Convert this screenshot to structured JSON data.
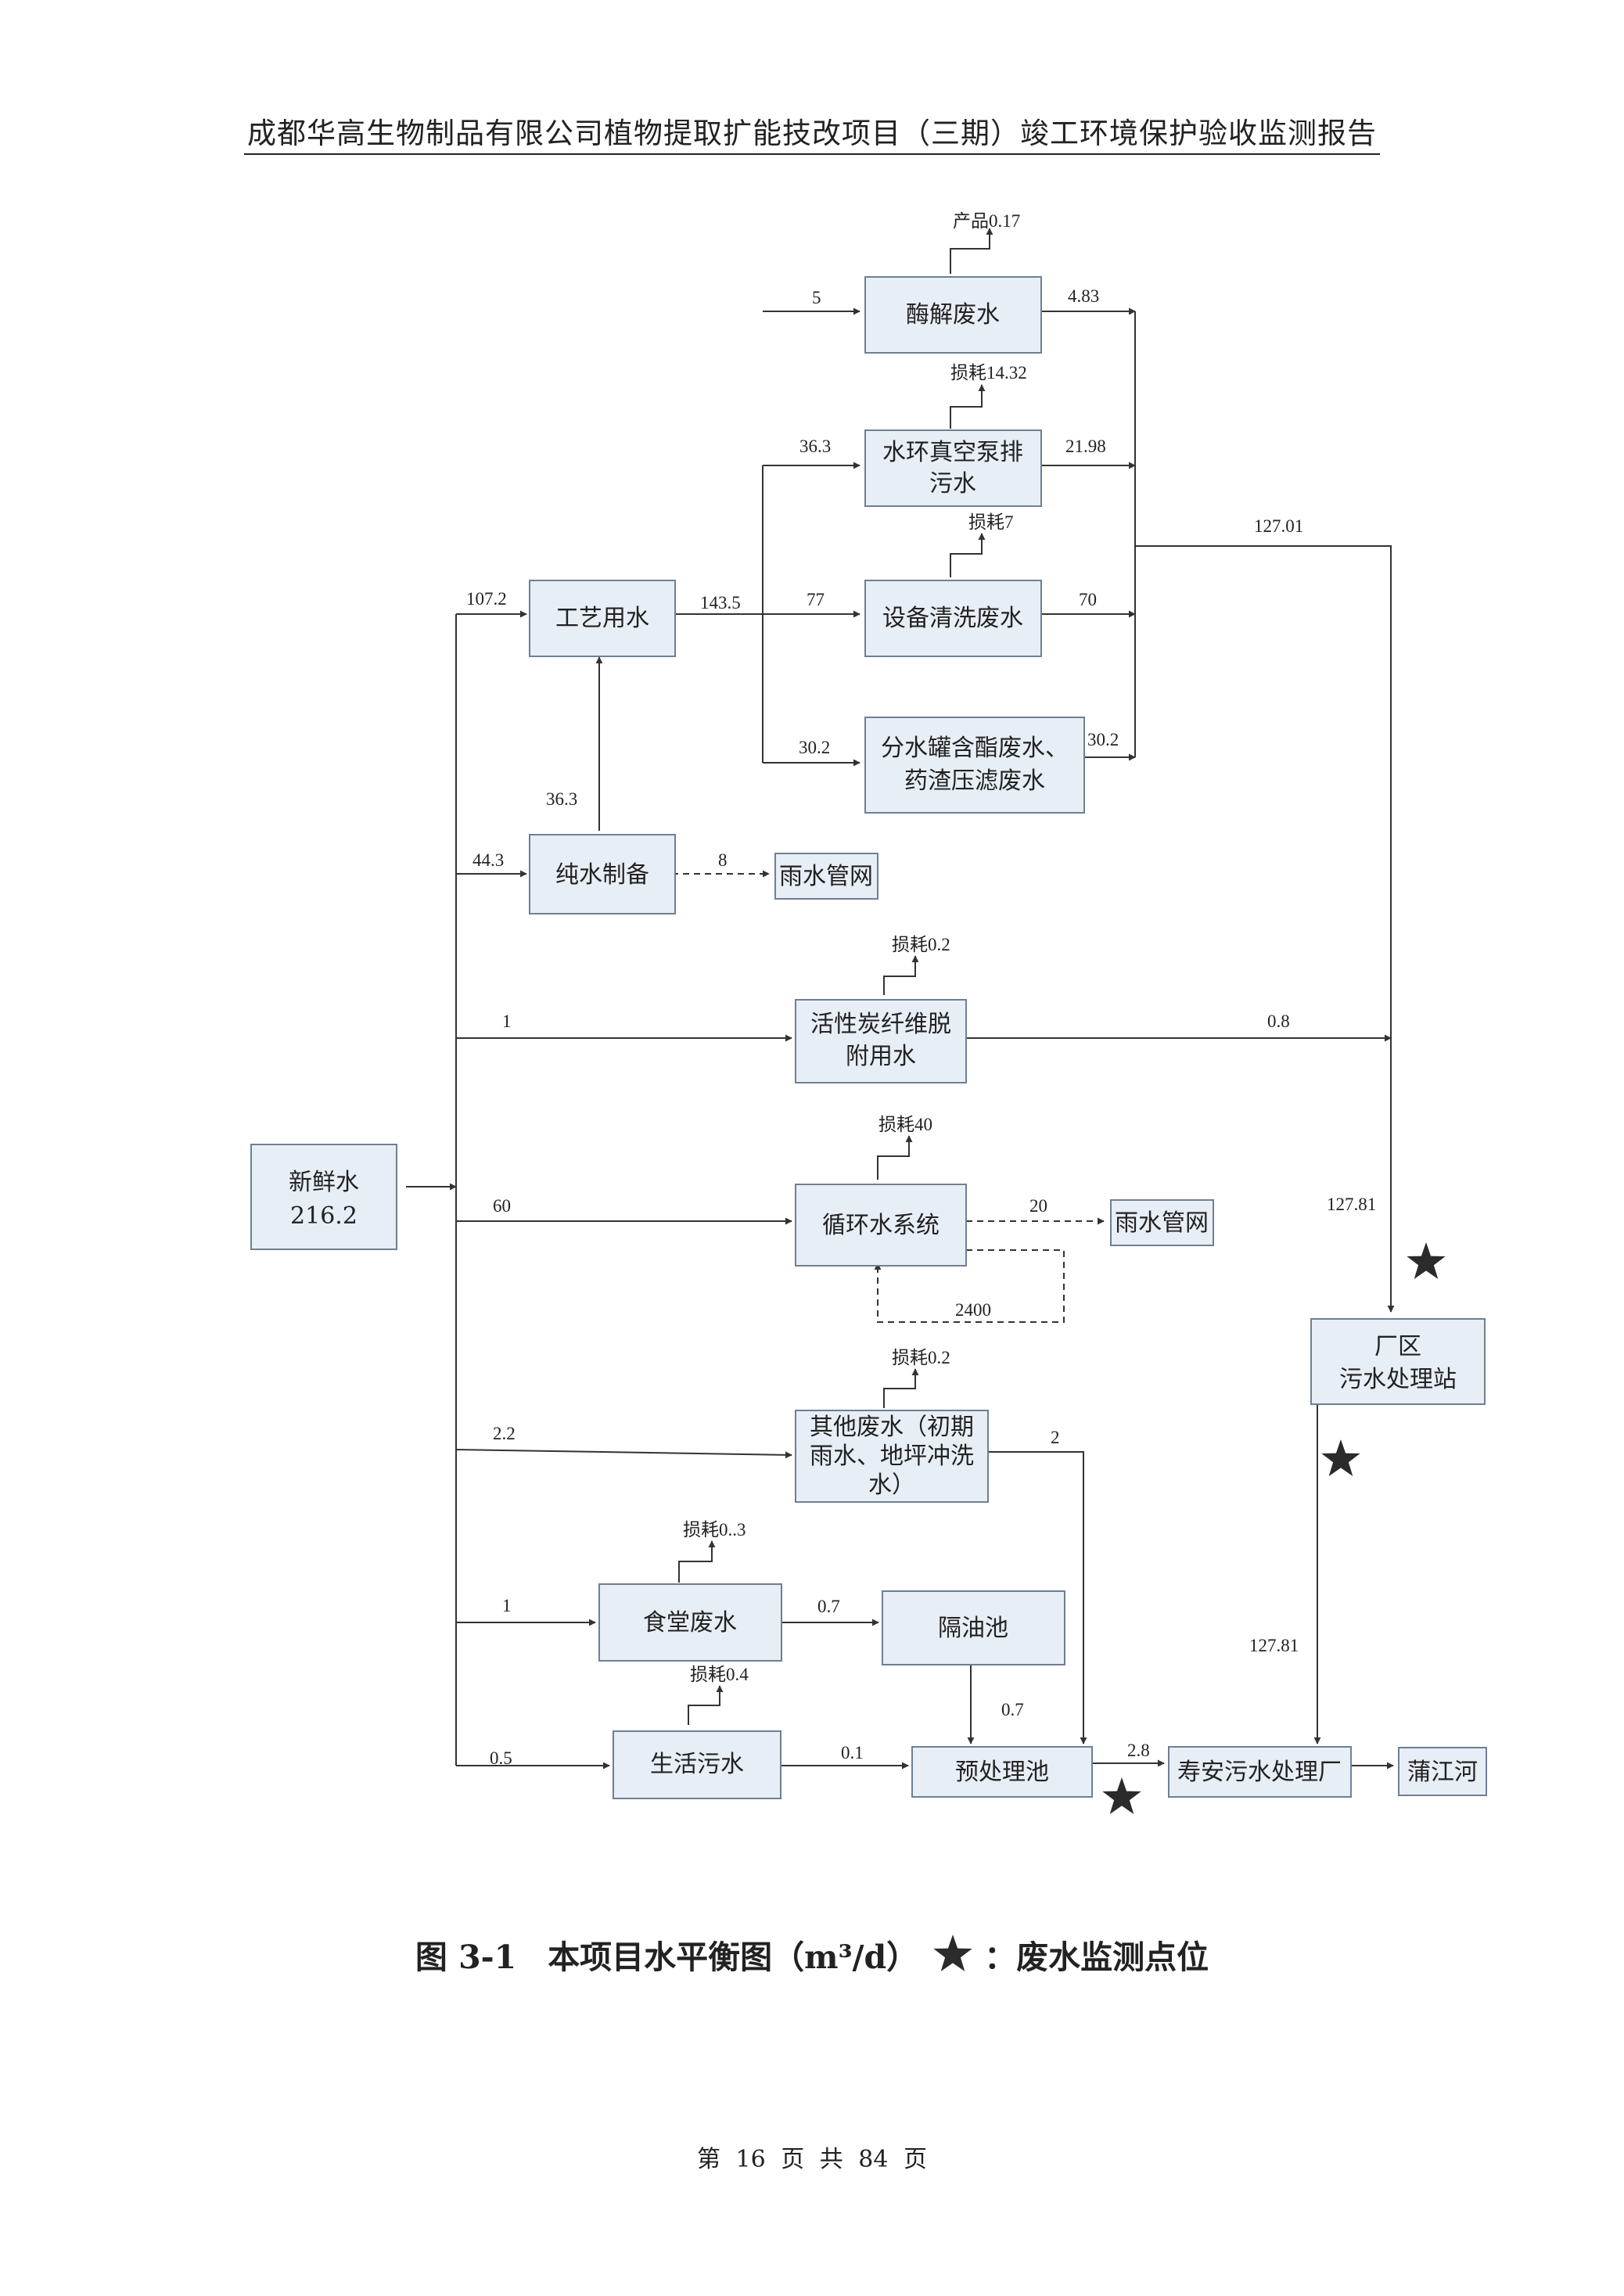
{
  "header": {
    "title": "成都华高生物制品有限公司植物提取扩能技改项目（三期）竣工环境保护验收监测报告"
  },
  "diagram": {
    "nodes": {
      "fresh_water_line1": "新鲜水",
      "fresh_water_line2": "216.2",
      "process_water": "工艺用水",
      "enzymolysis": "酶解废水",
      "vacuum_pump_line1": "水环真空泵排",
      "vacuum_pump_line2": "污水",
      "equipment_cleaning": "设备清洗废水",
      "separator_line1": "分水罐含酯废水、",
      "separator_line2": "药渣压滤废水",
      "pure_water": "纯水制备",
      "rain_network_1": "雨水管网",
      "activated_carbon_line1": "活性炭纤维脱",
      "activated_carbon_line2": "附用水",
      "circulating_water": "循环水系统",
      "rain_network_2": "雨水管网",
      "plant_wwtp_line1": "厂区",
      "plant_wwtp_line2": "污水处理站",
      "other_ww_line1": "其他废水（初期",
      "other_ww_line2": "雨水、地坪冲洗",
      "other_ww_line3": "水）",
      "canteen": "食堂废水",
      "grease_trap": "隔油池",
      "domestic": "生活污水",
      "pretreatment": "预处理池",
      "shouan_wwtp": "寿安污水处理厂",
      "river": "蒲江河"
    },
    "flows": {
      "product": "产品0.17",
      "enz_in": "5",
      "enz_out": "4.83",
      "loss_vacuum": "损耗14.32",
      "vac_in": "36.3",
      "vac_out": "21.98",
      "combined": "127.01",
      "loss_equip": "损耗7",
      "to_process": "107.2",
      "process_out": "143.5",
      "equip_in": "77",
      "equip_out": "70",
      "sep_in": "30.2",
      "sep_out": "30.2",
      "pure_to_process": "36.3",
      "to_pure": "44.3",
      "pure_to_rain": "8",
      "loss_carbon": "损耗0.2",
      "to_carbon": "1",
      "carbon_out": "0.8",
      "loss_circ": "损耗40",
      "to_circ": "60",
      "circ_to_rain": "20",
      "circ_recycle": "2400",
      "to_plant_wwtp": "127.81",
      "loss_other": "损耗0.2",
      "to_other": "2.2",
      "other_out": "2",
      "loss_canteen": "损耗0..3",
      "to_canteen": "1",
      "canteen_out": "0.7",
      "plant_to_shouan": "127.81",
      "loss_domestic": "损耗0.4",
      "grease_out": "0.7",
      "to_domestic": "0.5",
      "domestic_out": "0.1",
      "pre_out": "2.8"
    }
  },
  "caption": {
    "figure_no": "图 3-1",
    "title": "本项目水平衡图（m³/d）",
    "legend": "：废水监测点位"
  },
  "footer": {
    "page": "第 16 页 共 84 页"
  },
  "colors": {
    "box_fill": "#e8eef6",
    "box_stroke": "#6f7f93",
    "line": "#333333",
    "star": "#2b2b2b"
  }
}
